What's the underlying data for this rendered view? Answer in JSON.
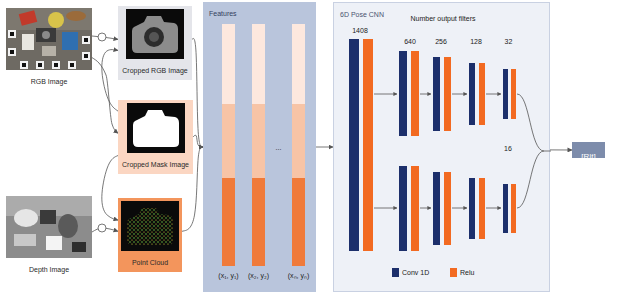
{
  "diagram": {
    "nodes": [
      {
        "text": [
          "RGB Image"
        ]
      },
      {
        "text": [
          "Depth Image"
        ]
      },
      {
        "text": [
          "Cropped RGB Image"
        ]
      },
      {
        "text": [
          "Cropped Mask Image"
        ]
      },
      {
        "text": [
          "Point Cloud"
        ]
      },
      {
        "text": [
          "Features"
        ]
      },
      {
        "text": [
          "6D Pose CNN"
        ]
      },
      {
        "text": [
          "[R|t]"
        ]
      }
    ],
    "edges": [
      {
        "from": 0,
        "to": 2,
        "arrow": "to"
      },
      {
        "from": 0,
        "to": 3,
        "arrow": "to"
      },
      {
        "from": 3,
        "to": 2,
        "arrow": "to"
      },
      {
        "from": 1,
        "to": 4,
        "arrow": "to"
      },
      {
        "from": 3,
        "to": 4,
        "arrow": "to"
      },
      {
        "from": 2,
        "to": 5,
        "arrow": "to"
      },
      {
        "from": 3,
        "to": 5,
        "arrow": "to"
      },
      {
        "from": 4,
        "to": 5,
        "arrow": "to"
      },
      {
        "from": 5,
        "to": 6,
        "arrow": "to"
      },
      {
        "from": 6,
        "to": 7,
        "arrow": "to"
      }
    ],
    "labels": [
      "(x₁, y₁)",
      "(x₂, y₂)",
      "...",
      "(xₙ, yₙ)",
      "Number output filters",
      "1408",
      "640",
      "256",
      "128",
      "32",
      "16"
    ],
    "legend": [
      {
        "text": "Conv 1D",
        "color": "#1c2f6b"
      },
      {
        "text": "Relu",
        "color": "#f26a21"
      }
    ]
  }
}
